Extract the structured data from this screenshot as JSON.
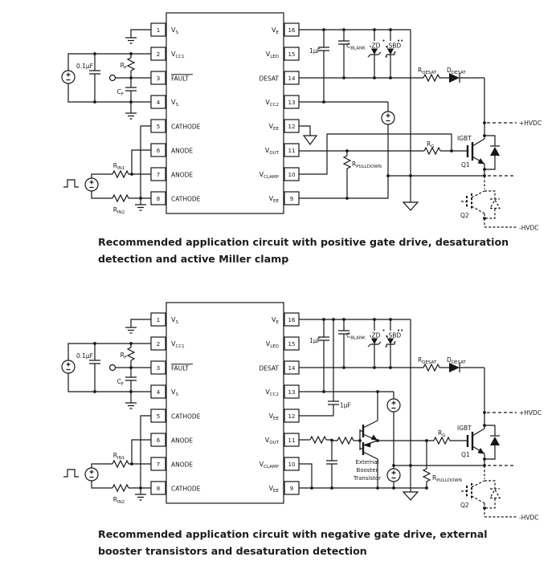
{
  "captions": {
    "top": {
      "line1": "Recommended application circuit with positive gate drive, desaturation",
      "line2": "detection and active Miller clamp"
    },
    "bottom": {
      "line1": "Recommended application circuit with negative gate drive, external",
      "line2": "booster transistors and desaturation detection"
    }
  },
  "ic": {
    "left_pins": [
      {
        "num": "1",
        "main": "V",
        "sub": "S"
      },
      {
        "num": "2",
        "main": "V",
        "sub": "CC1"
      },
      {
        "num": "3",
        "main": "FAULT",
        "sub": ""
      },
      {
        "num": "4",
        "main": "V",
        "sub": "S"
      },
      {
        "num": "5",
        "main": "CATHODE",
        "sub": ""
      },
      {
        "num": "6",
        "main": "ANODE",
        "sub": ""
      },
      {
        "num": "7",
        "main": "ANODE",
        "sub": ""
      },
      {
        "num": "8",
        "main": "CATHODE",
        "sub": ""
      }
    ],
    "right_pins": [
      {
        "num": "16",
        "main": "V",
        "sub": "E"
      },
      {
        "num": "15",
        "main": "V",
        "sub": "LED"
      },
      {
        "num": "14",
        "main": "DESAT",
        "sub": ""
      },
      {
        "num": "13",
        "main": "V",
        "sub": "CC2"
      },
      {
        "num": "12",
        "main": "V",
        "sub": "EE"
      },
      {
        "num": "11",
        "main": "V",
        "sub": "OUT"
      },
      {
        "num": "10",
        "main": "V",
        "sub": "CLAMP"
      },
      {
        "num": "9",
        "main": "V",
        "sub": "EE"
      }
    ]
  },
  "components": {
    "c_in": "0.1µF",
    "rf": {
      "main": "R",
      "sub": "F"
    },
    "cf": {
      "main": "C",
      "sub": "F"
    },
    "rin1": {
      "main": "R",
      "sub": "IN1"
    },
    "rin2": {
      "main": "R",
      "sub": "IN2"
    },
    "c1uf": "1µF",
    "cblank": {
      "main": "C",
      "sub": "BLANK"
    },
    "zd": "ZD",
    "zd_dot": "•",
    "sbd": "SBD",
    "sbd_dot": "••",
    "rdesat": {
      "main": "R",
      "sub": "DESAT"
    },
    "ddesat": {
      "main": "D",
      "sub": "DESAT"
    },
    "rg": {
      "main": "R",
      "sub": "G"
    },
    "rpd": {
      "main": "R",
      "sub": "PULLDOWN"
    },
    "igbt": "IGBT",
    "q1": "Q1",
    "q2": "Q2",
    "hvdc_p": "+HVDC",
    "hvdc_n": "-HVDC",
    "booster": {
      "line1": "External",
      "line2": "Booster",
      "line3": "Transistor"
    }
  }
}
